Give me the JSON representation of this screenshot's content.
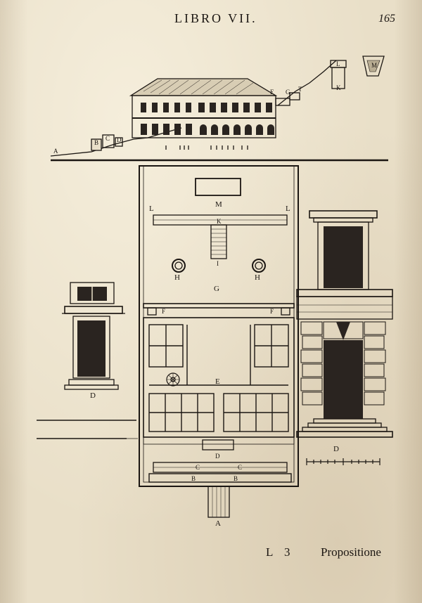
{
  "header": {
    "running_head": "LIBRO VII.",
    "folio": "165"
  },
  "footer": {
    "signature": "L 3",
    "catchword": "Propositione"
  },
  "elevation_labels": [
    "A",
    "B",
    "C",
    "D",
    "F",
    "G",
    "T",
    "L",
    "K",
    "M"
  ],
  "plan_labels": {
    "l_left": "L",
    "m": "M",
    "l_right": "L",
    "k": "K",
    "i": "I",
    "h_left": "H",
    "h_right": "H",
    "g": "G",
    "f_left": "F",
    "f_right": "F",
    "e": "E",
    "d": "D",
    "c_left": "C",
    "c_right": "C",
    "b_left": "B",
    "b_right": "B",
    "a": "A"
  },
  "window_label": "D",
  "door_label": "D",
  "colors": {
    "ink": "#1b1612",
    "paper": "#e9dfc8",
    "fill_dark": "#2a2420"
  }
}
